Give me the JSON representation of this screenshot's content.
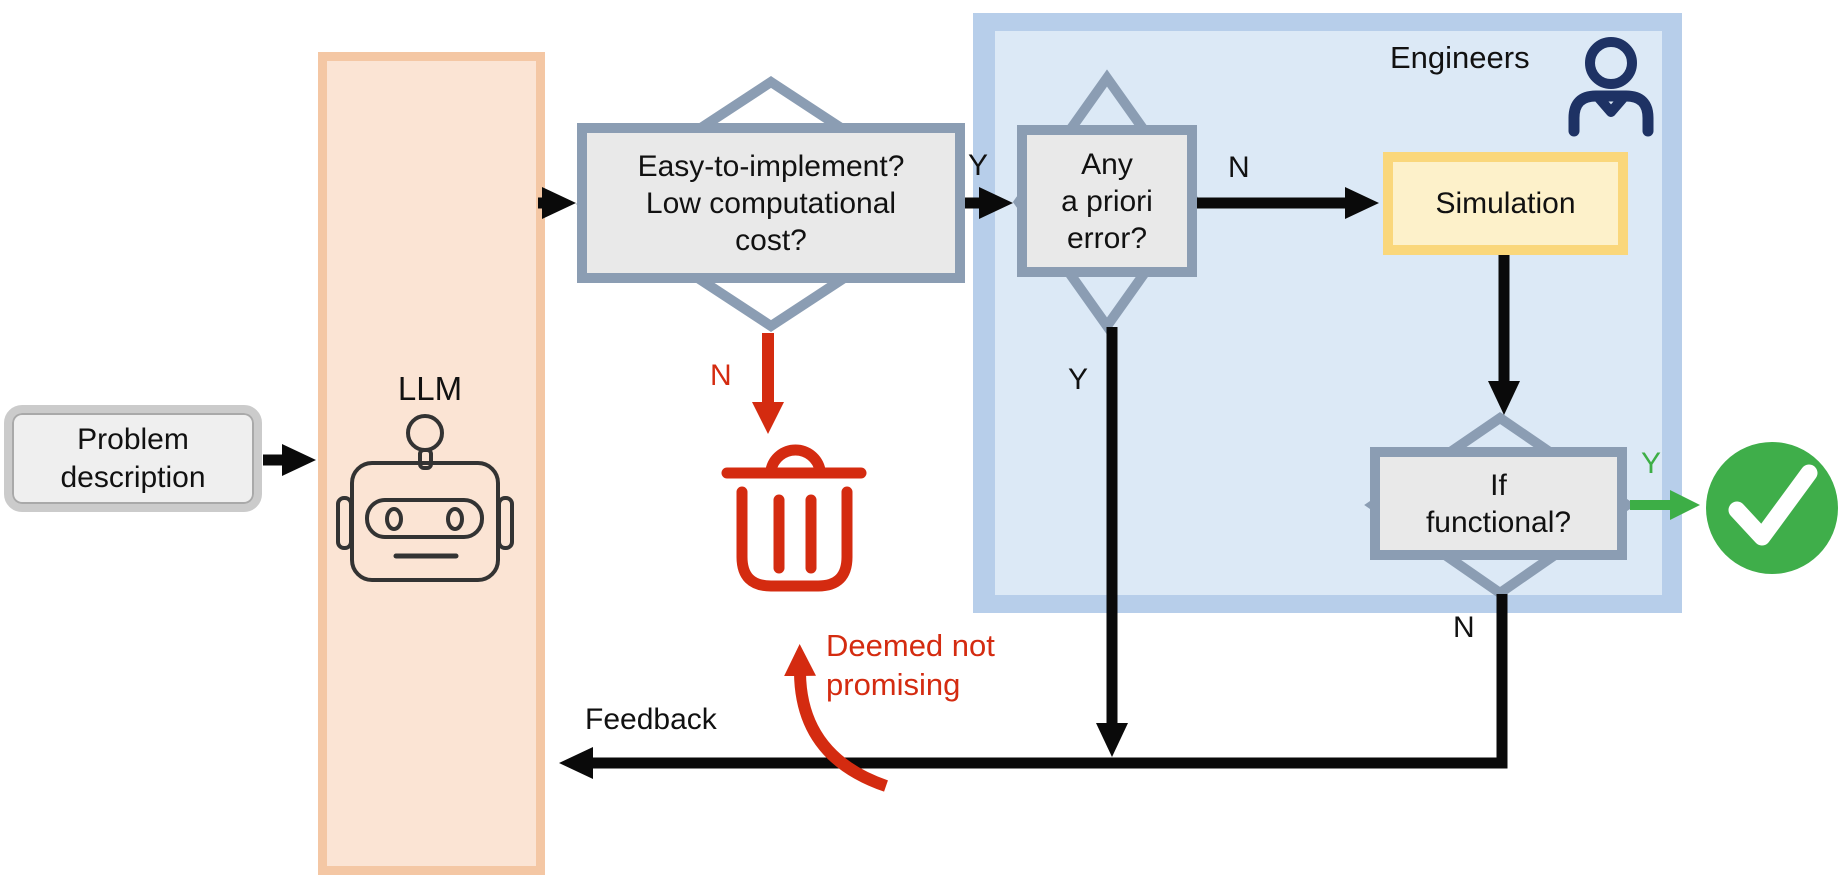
{
  "problem_box": {
    "lines": [
      "Problem",
      "description"
    ]
  },
  "llm_panel": {
    "label": "LLM"
  },
  "engineers_panel": {
    "label": "Engineers"
  },
  "decisions": {
    "easy": {
      "lines": [
        "Easy-to-implement?",
        "Low computational",
        "cost?"
      ]
    },
    "apriori": {
      "lines": [
        "Any",
        "a priori",
        "error?"
      ]
    },
    "functional": {
      "lines": [
        "If",
        "functional?"
      ]
    }
  },
  "simulation_box": {
    "label": "Simulation"
  },
  "edge_labels": {
    "easy_yes": "Y",
    "easy_no": "N",
    "apriori_no": "N",
    "apriori_yes": "Y",
    "functional_yes": "Y",
    "functional_no": "N",
    "feedback": "Feedback",
    "deemed": {
      "lines": [
        "Deemed not",
        "promising"
      ]
    }
  },
  "icons": {
    "llm": "robot-icon",
    "engineers": "person-icon",
    "reject": "trash-icon",
    "accept": "check-circle-icon"
  },
  "colors": {
    "llm_fill": "#FBE4D4",
    "llm_border": "#F4C7A4",
    "engineers_outer": "#B7CEEA",
    "engineers_inner": "#DCE9F6",
    "decision_border": "#8B9DB3",
    "decision_fill": "#E9E9E9",
    "simulation_fill": "#FDF1CA",
    "simulation_border": "#FAD77B",
    "reject_red": "#D42B10",
    "accept_green": "#3FAE4A",
    "person_navy": "#1E3264",
    "arrow_black": "#0A0A0A"
  }
}
